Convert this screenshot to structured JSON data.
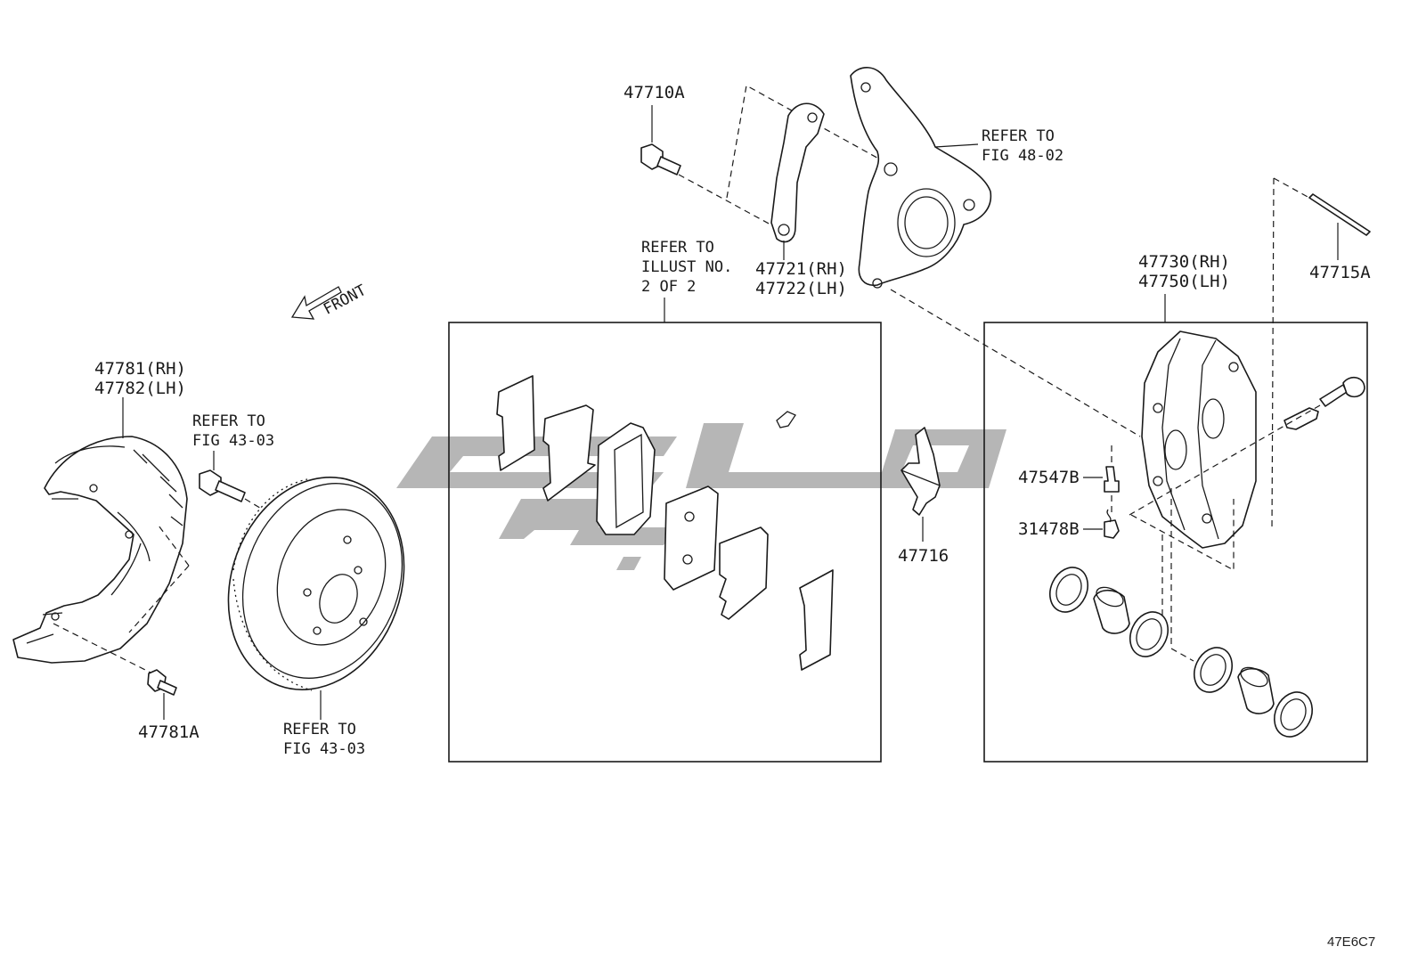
{
  "labels": {
    "bolt_47710A": "47710A",
    "knuckle_ref_1": "REFER TO",
    "knuckle_ref_2": "FIG 48-02",
    "pad_ref_1": "REFER TO",
    "pad_ref_2": "ILLUST NO.",
    "pad_ref_3": "2 OF 2",
    "bracket_rh": "47721(RH)",
    "bracket_lh": "47722(LH)",
    "caliper_rh": "47730(RH)",
    "caliper_lh": "47750(LH)",
    "pin_47715A": "47715A",
    "front_arrow": "FRONT",
    "shield_rh": "47781(RH)",
    "shield_lh": "47782(LH)",
    "hub_bolt_ref_1": "REFER TO",
    "hub_bolt_ref_2": "FIG 43-03",
    "shield_bolt": "47781A",
    "disc_ref_1": "REFER TO",
    "disc_ref_2": "FIG 43-03",
    "spring_47716": "47716",
    "bleeder_47547B": "47547B",
    "cap_31478B": "31478B",
    "figure_code": "47E6C7"
  },
  "colors": {
    "line": "#1a1a1a",
    "watermark": "#9a9a9a"
  },
  "icons": {
    "front": "front-arrow-icon",
    "watermark": "watermark-logo"
  }
}
